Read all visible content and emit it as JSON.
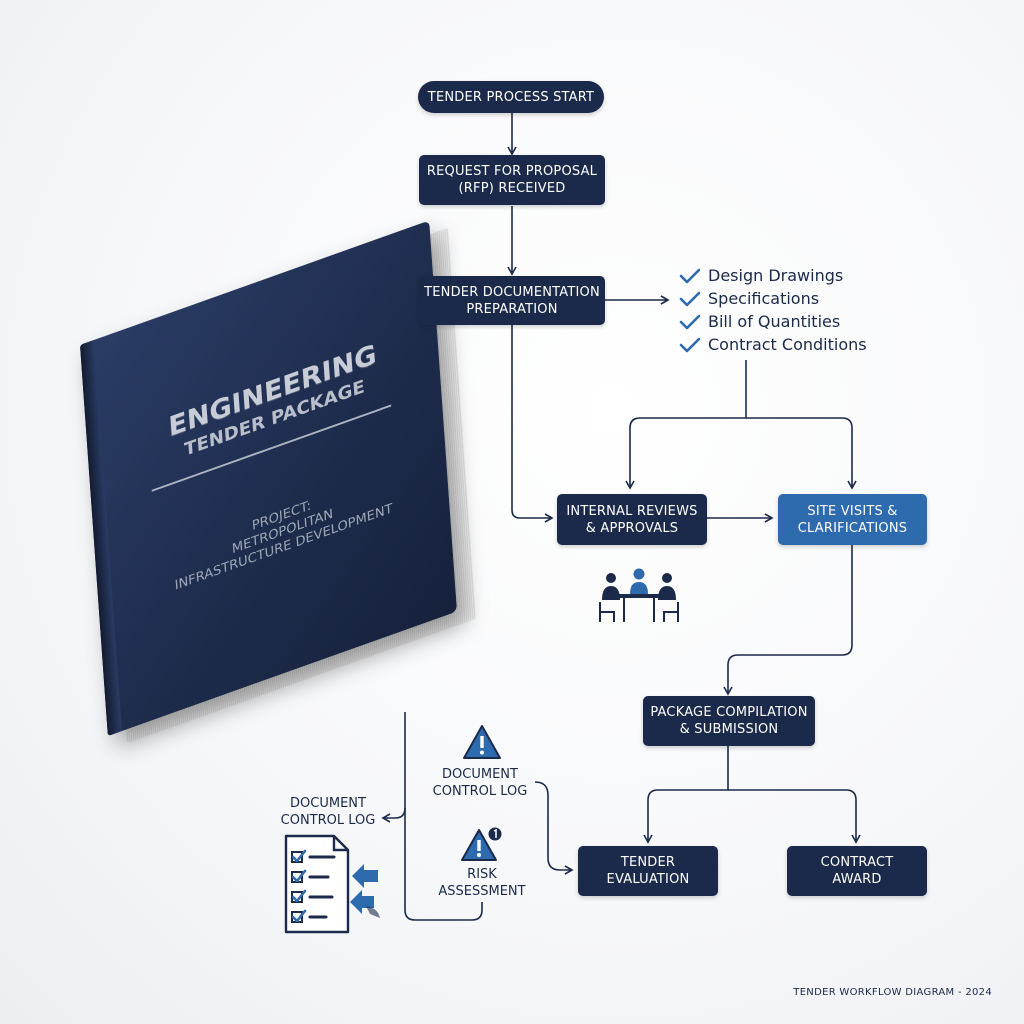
{
  "nodes": {
    "start": "TENDER PROCESS START",
    "rfp": "REQUEST FOR PROPOSAL\n(RFP) RECEIVED",
    "prep": "TENDER DOCUMENTATION\nPREPARATION",
    "reviews": "INTERNAL REVIEWS\n& APPROVALS",
    "site": "SITE VISITS &\nCLARIFICATIONS",
    "package": "PACKAGE COMPILATION\n& SUBMISSION",
    "evaluation": "TENDER\nEVALUATION",
    "award": "CONTRACT\nAWARD"
  },
  "checklist": [
    "Design Drawings",
    "Specifications",
    "Bill of Quantities",
    "Contract Conditions"
  ],
  "labels": {
    "doc_control_left": "DOCUMENT\nCONTROL LOG",
    "doc_control_mid": "DOCUMENT\nCONTROL LOG",
    "risk": "RISK\nASSESSMENT"
  },
  "book": {
    "title": "ENGINEERING",
    "subtitle": "TENDER PACKAGE",
    "project": "PROJECT:\nMETROPOLITAN\nINFRASTRUCTURE DEVELOPMENT"
  },
  "footer": "TENDER WORKFLOW DIAGRAM - 2024",
  "colors": {
    "navy": "#1b2a4a",
    "accent": "#2e6aae",
    "check": "#2e6aae"
  },
  "icons": [
    "check-icon",
    "team-meeting-icon",
    "warning-icon",
    "checklist-document-icon",
    "risk-warning-icon"
  ]
}
